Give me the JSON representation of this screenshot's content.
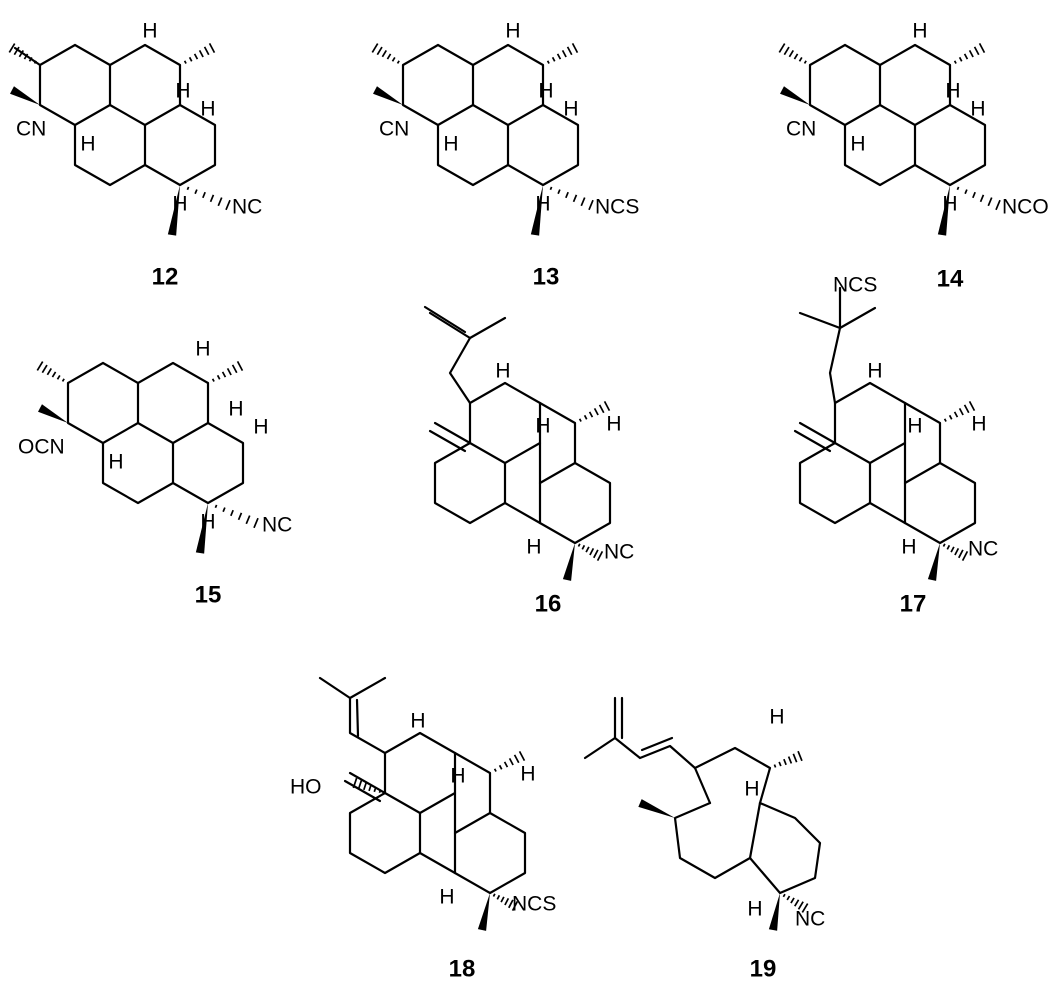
{
  "figure": {
    "compounds": [
      {
        "id": "12",
        "labels": [
          "CN",
          "NC"
        ]
      },
      {
        "id": "13",
        "labels": [
          "CN",
          "NCS"
        ]
      },
      {
        "id": "14",
        "labels": [
          "CN",
          "NCO"
        ]
      },
      {
        "id": "15",
        "labels": [
          "OCN",
          "NC"
        ]
      },
      {
        "id": "16",
        "labels": [
          "NC"
        ]
      },
      {
        "id": "17",
        "labels": [
          "NCS",
          "NC"
        ]
      },
      {
        "id": "18",
        "labels": [
          "HO",
          "NCS"
        ]
      },
      {
        "id": "19",
        "labels": [
          "NC"
        ]
      }
    ],
    "hydrogen_label": "H",
    "colors": {
      "ink": "#000000",
      "background": "#ffffff"
    }
  }
}
